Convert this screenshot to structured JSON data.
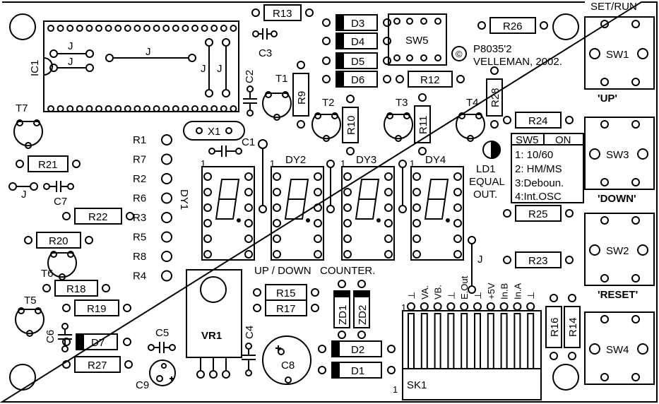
{
  "board": {
    "corner_label": "SET/RUN",
    "copyright_symbol": "©",
    "model": "P8035'2",
    "maker": "VELLEMAN, 2002.",
    "counter_title": "UP / DOWN   COUNTER.",
    "led_label_1": "LD1",
    "led_label_2": "EQUAL",
    "led_label_3": "OUT."
  },
  "buttons": [
    {
      "ref": "SW1",
      "caption": ""
    },
    {
      "ref": "SW3",
      "caption": "'UP'"
    },
    {
      "ref": "SW2",
      "caption": "'DOWN'"
    },
    {
      "ref": "SW4",
      "caption": "'RESET'"
    }
  ],
  "dip_switch": {
    "header": "SW5",
    "state": "ON",
    "options": [
      "1: 10/60",
      "2: HM/MS",
      "3:Deboun.",
      "4:Int.OSC"
    ]
  },
  "resistors_h": [
    "R13",
    "R12",
    "R26",
    "R24",
    "R21",
    "R22",
    "R20",
    "R18",
    "R19",
    "R27",
    "R25",
    "R23",
    "R15",
    "R17"
  ],
  "resistors_v": [
    "R9",
    "R10",
    "R11",
    "R28",
    "R16",
    "R14"
  ],
  "diodes": [
    "D3",
    "D4",
    "D5",
    "D6",
    "D7",
    "D2",
    "D1"
  ],
  "zeners": [
    "ZD1",
    "ZD2"
  ],
  "transistors": [
    "T1",
    "T2",
    "T3",
    "T4",
    "T5",
    "T6",
    "T7"
  ],
  "capacitors": [
    "C1",
    "C2",
    "C3",
    "C4",
    "C5",
    "C6",
    "C7",
    "C9"
  ],
  "elco": "C8",
  "pad_refs": [
    "R1",
    "R7",
    "R2",
    "R6",
    "R3",
    "R5",
    "R8",
    "R4"
  ],
  "displays": [
    "DY1",
    "DY2",
    "DY3",
    "DY4"
  ],
  "ic_label": "IC1",
  "crystal": "X1",
  "regulator": "VR1",
  "switch_block": "SW5",
  "connector": {
    "ref": "SK1",
    "pin_first": "1",
    "pin_last": "1"
  },
  "connector_pins": [
    "⊥",
    "VA.",
    "VB.",
    "⊥",
    "E.Out",
    "⊥",
    "+5V",
    "In.B",
    "In.A",
    "⊥"
  ],
  "jumper": "J"
}
